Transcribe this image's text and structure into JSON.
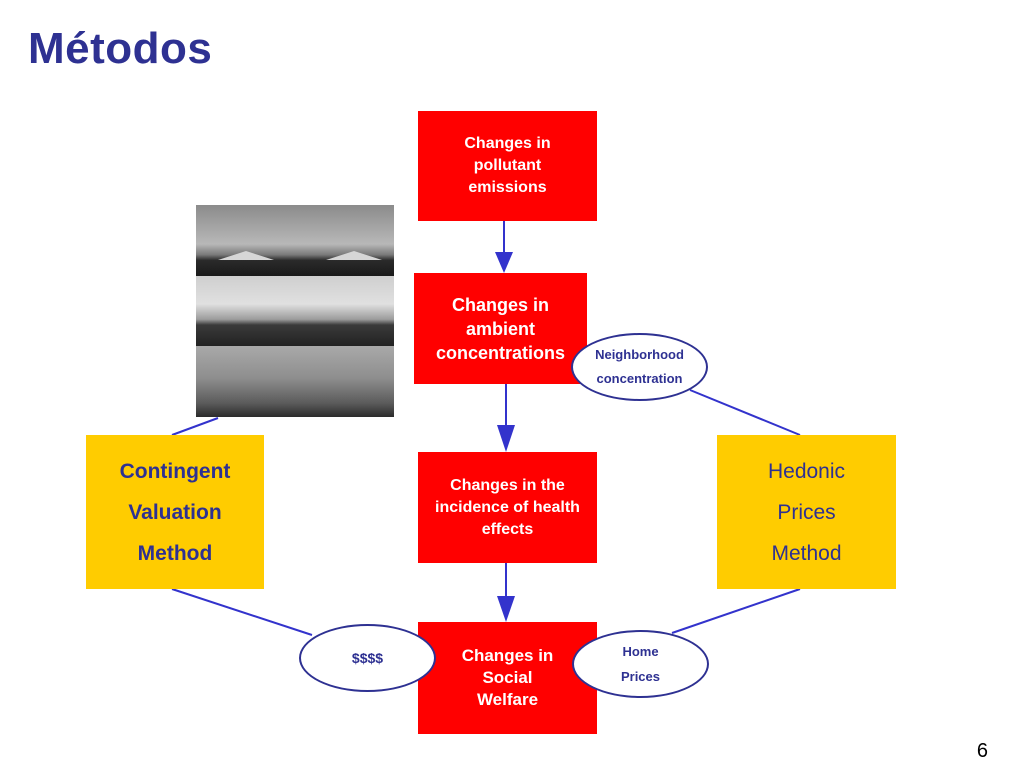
{
  "slide": {
    "title": "Métodos",
    "page_number": "6"
  },
  "diagram": {
    "box_emissions": [
      "Changes in",
      "pollutant",
      "emissions"
    ],
    "box_ambient": [
      "Changes  in",
      "ambient",
      "concentrations"
    ],
    "box_health": [
      "Changes in the",
      "incidence of health",
      "effects"
    ],
    "box_welfare": [
      "Changes in",
      "Social",
      "Welfare"
    ],
    "box_contingent": [
      "Contingent",
      "Valuation",
      "Method"
    ],
    "box_hedonic": [
      "Hedonic",
      "Prices",
      "Method"
    ],
    "ellipse_neighborhood": [
      "Neighborhood",
      "concentration"
    ],
    "ellipse_money": [
      "$$$$"
    ],
    "ellipse_home": [
      "Home",
      "Prices"
    ]
  },
  "colors": {
    "title": "#2e3192",
    "red_box": "#ff0000",
    "yellow_box": "#ffcc00",
    "connector": "#3333cc"
  },
  "icons": {
    "photo": "city-skyline-photo",
    "arrow": "arrow-down-icon"
  }
}
